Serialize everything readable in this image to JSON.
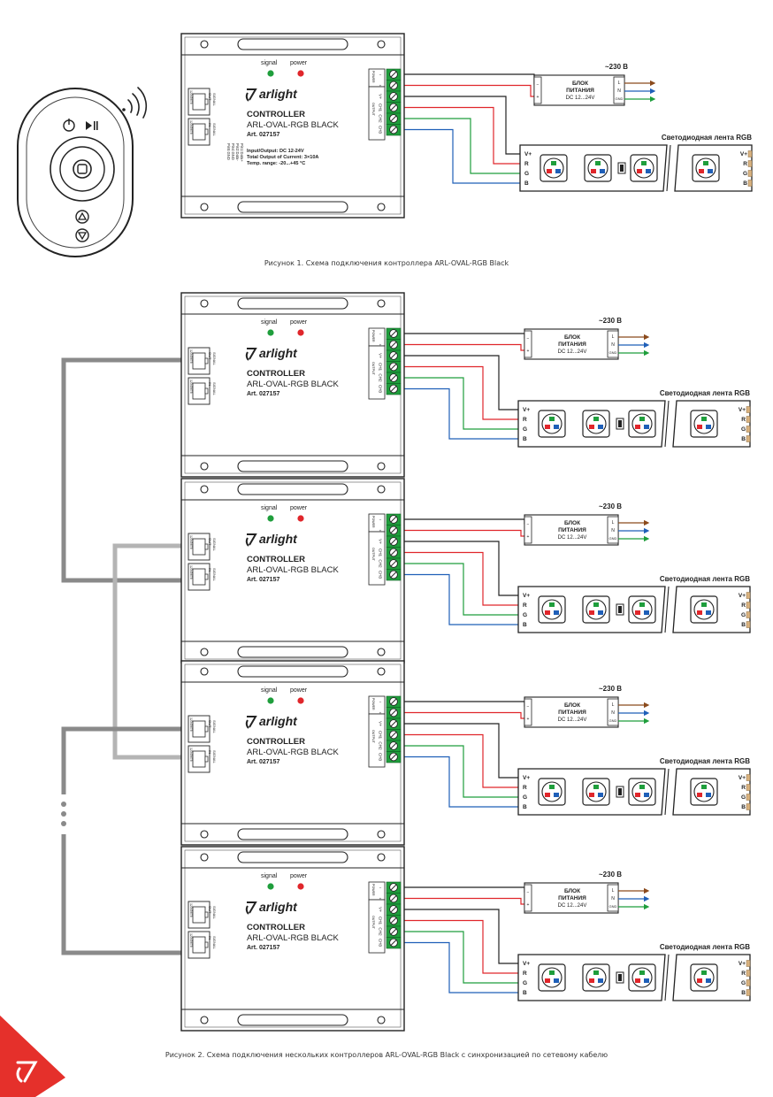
{
  "colors": {
    "red": "#e0262b",
    "green": "#1f9e3c",
    "blue": "#1f5fb8",
    "brown": "#8b4a1c",
    "black": "#222222",
    "gray_dark": "#8a8a8a",
    "gray_light": "#b4b4b4",
    "logo_red": "#e5302b"
  },
  "controller": {
    "signal_label": "signal",
    "power_label": "power",
    "brand": "arlight",
    "title": "CONTROLLER",
    "model": "ARL-OVAL-RGB BLACK",
    "art": "Art. 027157",
    "spec1": "Input/Output: DC 12-24V",
    "spec2": "Total Output of Current: 3×10A",
    "spec3": "Temp. range: -20...+45 °C",
    "pins": "Pin1:Data+\nPin2:Data-\nPin4:GND\nPin5:GND",
    "port_out": "SIGNAL\nOUT",
    "port_in": "SIGNAL\nIN",
    "port_numbers": "12345678",
    "terminal_power": "POWER",
    "terminal_output": "OUTPUT",
    "terminal_minus": "−",
    "terminal_plus": "+",
    "terminal_v": "V+",
    "terminal_ch1": "CH1",
    "terminal_ch2": "CH2",
    "terminal_ch3": "CH3"
  },
  "psu": {
    "label_line1": "БЛОК",
    "label_line2": "ПИТАНИЯ",
    "label_line3": "DC 12...24V",
    "terminal_minus": "−",
    "terminal_plus": "+",
    "terminal_l": "L",
    "terminal_n": "N",
    "terminal_gnd": "GND",
    "mains": "~230 В"
  },
  "strip": {
    "label": "Светодиодная лента RGB",
    "pin_v": "V+",
    "pin_r": "R",
    "pin_g": "G",
    "pin_b": "B"
  },
  "remote": {
    "power_icon": "power-icon",
    "playpause_icon": "play-pause-icon",
    "up_icon": "arrow-up-icon",
    "down_icon": "arrow-down-icon",
    "wireless_icon": "wireless-icon"
  },
  "figure1_caption": "Рисунок 1. Схема подключения контроллера ARL-OVAL-RGB Black",
  "figure2_caption": "Рисунок 2. Схема подключения нескольких контроллеров ARL-OVAL-RGB Black с синхронизацией по сетевому кабелю",
  "corner_logo_icon": "arlight-logo-icon"
}
